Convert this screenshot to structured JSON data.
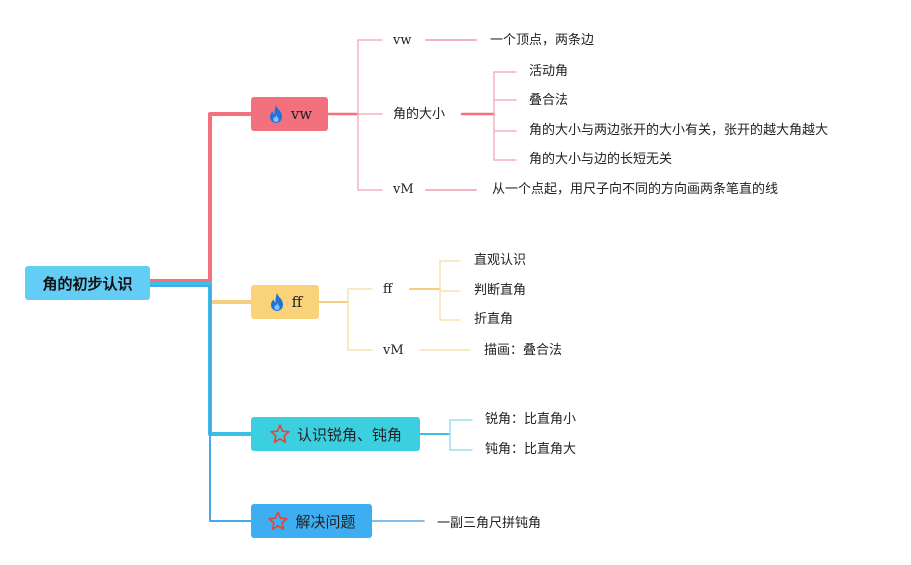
{
  "root": {
    "label": "角的初步认识",
    "color": "#63cdf5"
  },
  "branches": [
    {
      "label": "vw",
      "icon": "fire-icon",
      "color": "#f3707f",
      "line_color": "#f3707f",
      "leaf_line_color": "#f4b4bd",
      "children": [
        {
          "label": "vw",
          "children": [
            {
              "label": "一个顶点，两条边"
            }
          ]
        },
        {
          "label": "角的大小",
          "children": [
            {
              "label": "活动角"
            },
            {
              "label": "叠合法"
            },
            {
              "label": "角的大小与两边张开的大小有关，张开的越大角越大"
            },
            {
              "label": "角的大小与边的长短无关"
            }
          ]
        },
        {
          "label": "vM",
          "children": [
            {
              "label": "从一个点起，用尺子向不同的方向画两条笔直的线"
            }
          ]
        }
      ]
    },
    {
      "label": "ff",
      "icon": "fire-icon",
      "color": "#f9d27a",
      "line_color": "#f5cf7d",
      "leaf_line_color": "#f7e2b0",
      "children": [
        {
          "label": "ff",
          "children": [
            {
              "label": "直观认识"
            },
            {
              "label": "判断直角"
            },
            {
              "label": "折直角"
            }
          ]
        },
        {
          "label": "vM",
          "children": [
            {
              "label": "描画：叠合法"
            }
          ]
        }
      ]
    },
    {
      "label": "认识锐角、钝角",
      "icon": "star-icon",
      "color": "#3ccfdf",
      "line_color": "#3cbfe6",
      "leaf_line_color": "#9fdfee",
      "children": [
        {
          "label": "锐角：比直角小"
        },
        {
          "label": "钝角：比直角大"
        }
      ]
    },
    {
      "label": "解决问题",
      "icon": "star-icon",
      "color": "#3daef1",
      "line_color": "#4aa8e6",
      "leaf_line_color": "#5aa9e6",
      "children": [
        {
          "label": "一副三角尺拼钝角"
        }
      ]
    }
  ]
}
